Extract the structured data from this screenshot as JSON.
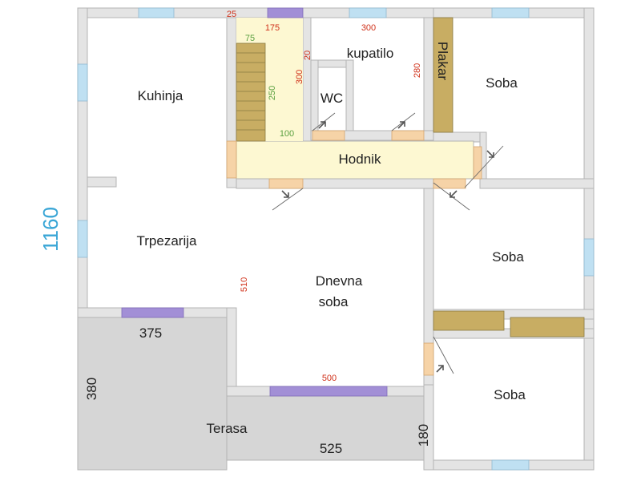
{
  "colors": {
    "wall": "#e4e4e4",
    "wall_stroke": "#b4b4b4",
    "terrace": "#d6d6d6",
    "window": "#bfe0f2",
    "window_purple": "#a28fd6",
    "door": "#f6d3a7",
    "hall": "#fdf8d2",
    "closet": "#c8ad63",
    "red_dim": "#d0311a",
    "green_dim": "#5aa040",
    "blue_dim": "#3aa6d6"
  },
  "rooms": {
    "kuhinja": "Kuhinja",
    "trpezarija": "Trpezarija",
    "dnevna_line1": "Dnevna",
    "dnevna_line2": "soba",
    "hodnik": "Hodnik",
    "kupatilo": "kupatilo",
    "wc": "WC",
    "plakar": "Plakar",
    "soba_top": "Soba",
    "soba_mid": "Soba",
    "soba_bottom": "Soba",
    "terasa": "Terasa"
  },
  "dimensions": {
    "total": "1160",
    "d25": "25",
    "d175": "175",
    "d300_top": "300",
    "d20": "20",
    "d300_side": "300",
    "d280": "280",
    "d75": "75",
    "d250": "250",
    "d100": "100",
    "d510": "510",
    "d500": "500",
    "d375": "375",
    "d380": "380",
    "d525": "525",
    "d180": "180"
  }
}
